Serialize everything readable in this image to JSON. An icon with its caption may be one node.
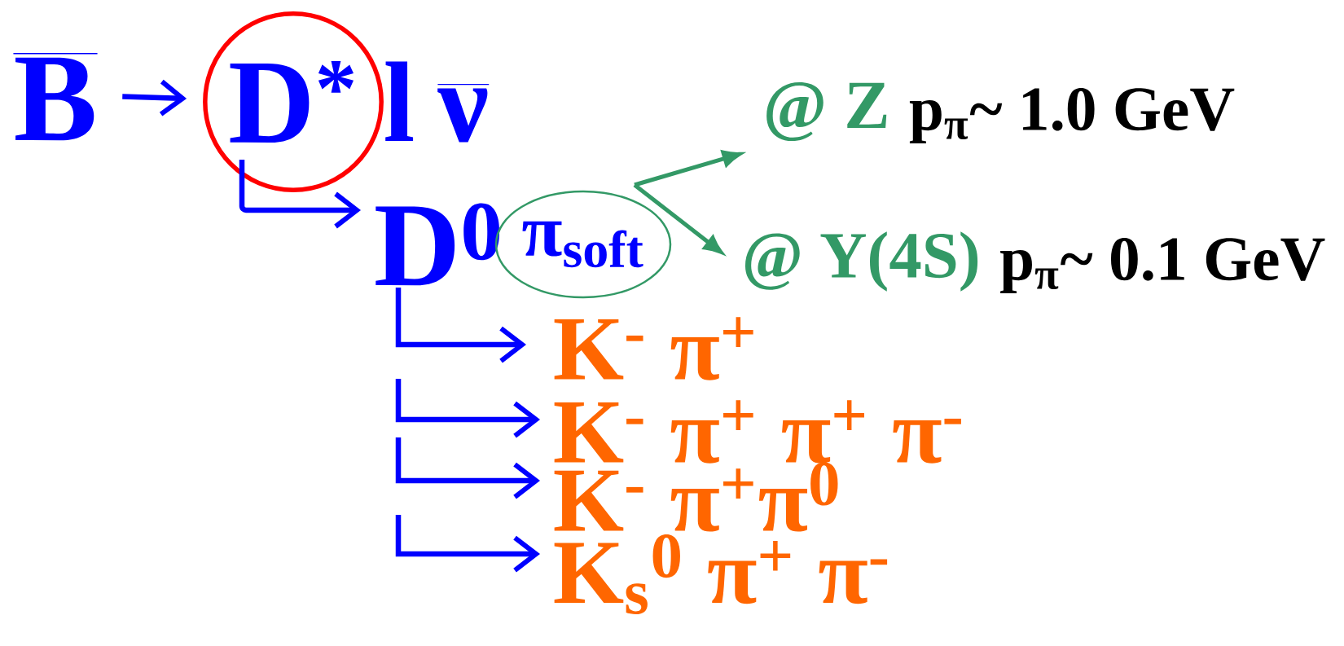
{
  "diagram": {
    "nodes": [
      {
        "text": [
          "\\overline{\\textbf{B}}"
        ]
      },
      {
        "text": [
          "D$^{*}$"
        ]
      },
      {
        "text": [
          "D$^{0}$"
        ]
      },
      {
        "text": [
          "π$_{soft}$"
        ]
      },
      {
        "text": [
          "@ Z"
        ],
        "beside": [
          "p$_{π}$~ 1.0 GeV"
        ]
      },
      {
        "text": [
          "@ Υ(4S)"
        ],
        "beside": [
          "p$_{π}$~ 0.1 GeV"
        ]
      },
      {
        "text": [
          "K$^{-}$ π$^{+}$"
        ]
      },
      {
        "text": [
          "K$^{-}$ π$^{+}$ π$^{+}$ π$^{-}$"
        ]
      },
      {
        "text": [
          "K$^{-}$ π$^{+}$π$^{0}$"
        ]
      },
      {
        "text": [
          "K$_{s}$$^{0}$ π$^{+}$ π$^{-}$"
        ]
      }
    ],
    "edges": [
      {
        "from": 0,
        "to": 1,
        "arrow": "to"
      },
      {
        "from": 1,
        "to": 2,
        "arrow": "to"
      },
      {
        "from": 3,
        "to": 4,
        "arrow": "to",
        "color": "#339966"
      },
      {
        "from": 3,
        "to": 5,
        "arrow": "to",
        "color": "#339966"
      },
      {
        "from": 2,
        "to": 6,
        "arrow": "to"
      },
      {
        "from": null,
        "to": 7,
        "arrow": "to"
      },
      {
        "from": null,
        "to": 8,
        "arrow": "to"
      },
      {
        "from": null,
        "to": 9,
        "arrow": "to"
      }
    ],
    "labels": [
      "\\textbf{l}\\;\\overline{\\textbf{ν}}"
    ]
  }
}
